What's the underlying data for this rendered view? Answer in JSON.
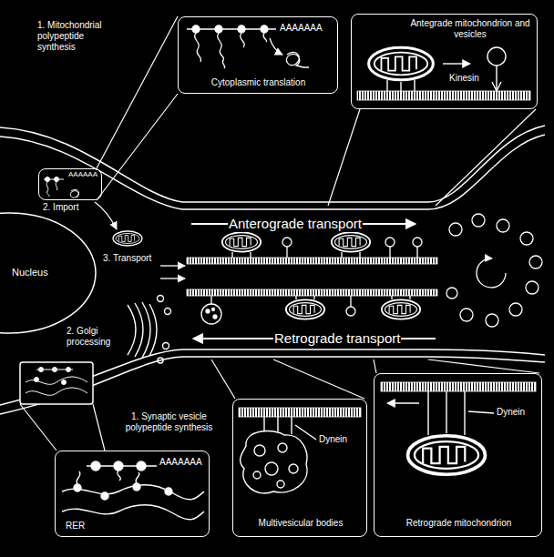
{
  "diagram": {
    "nodes": [
      {
        "text": [
          "AAAAAAA",
          "Cytoplasmic translation"
        ]
      },
      {
        "text": [
          "Antegrade mitochondrion and vesicles",
          "Kinesin"
        ]
      },
      {
        "text": [
          "AAAAAA"
        ]
      },
      {
        "text": [
          "AAAAAAA",
          "RER"
        ]
      },
      {
        "text": [
          "Dynein",
          "Multivesicular bodies"
        ]
      },
      {
        "text": [
          "Dynein",
          "Retrograde mitochondrion"
        ]
      }
    ],
    "labels": [
      "1. Mitochondrial polypeptide synthesis",
      "2. Import",
      "Nucleus",
      "3. Transport",
      "2. Golgi processing",
      "Anterograde transport",
      "Retrograde transport",
      "1. Synaptic vesicle polypeptide synthesis"
    ]
  }
}
